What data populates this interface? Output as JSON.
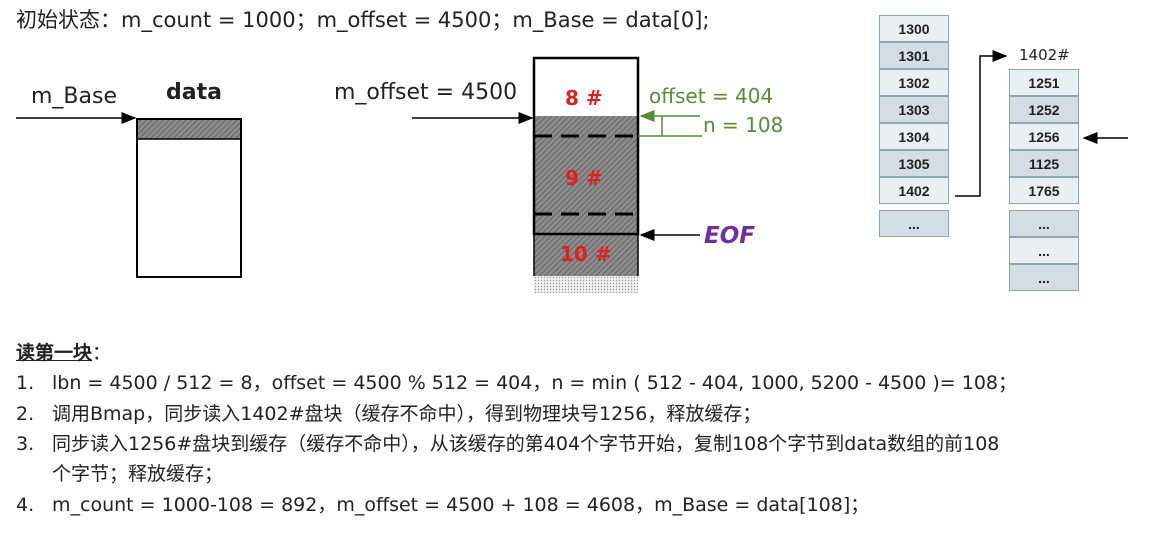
{
  "header": "初始状态：m_count = 1000；m_offset = 4500；m_Base = data[0];",
  "left_diagram": {
    "base_label": "m_Base",
    "data_label": "data"
  },
  "middle_diagram": {
    "offset_label": "m_offset = 4500",
    "block_8": "8 #",
    "block_9": "9 #",
    "block_10": "10 #",
    "offset_note": "offset = 404",
    "n_note": "n = 108",
    "eof": "EOF"
  },
  "right_diagram": {
    "column1": [
      "1300",
      "1301",
      "1302",
      "1303",
      "1304",
      "1305",
      "1402",
      "..."
    ],
    "column2_title": "1402#",
    "column2": [
      "1251",
      "1252",
      "1256",
      "1125",
      "1765",
      "...",
      "...",
      "..."
    ]
  },
  "steps": {
    "title": "读第一块",
    "title_suffix": "：",
    "items": [
      {
        "num": "1.",
        "text": "lbn = 4500 / 512 = 8，offset = 4500 % 512 = 404，n = min ( 512 - 404, 1000, 5200 - 4500 )= 108；"
      },
      {
        "num": "2.",
        "text": "调用Bmap，同步读入1402#盘块（缓存不命中），得到物理块号1256，释放缓存；"
      },
      {
        "num": "3.",
        "text": "同步读入1256#盘块到缓存（缓存不命中），从该缓存的第404个字节开始，复制108个字节到data数组的前108"
      },
      {
        "num": "",
        "text": "个字节；释放缓存；"
      },
      {
        "num": "4.",
        "text": "m_count = 1000-108 = 892，m_offset = 4500 + 108 = 4608，m_Base = data[108]；"
      }
    ]
  },
  "colors": {
    "red": "#e02020",
    "green": "#5a8a3a",
    "purple": "#7030a0",
    "cell_light": "#e9f0f4",
    "cell_dark": "#d3dde4"
  }
}
